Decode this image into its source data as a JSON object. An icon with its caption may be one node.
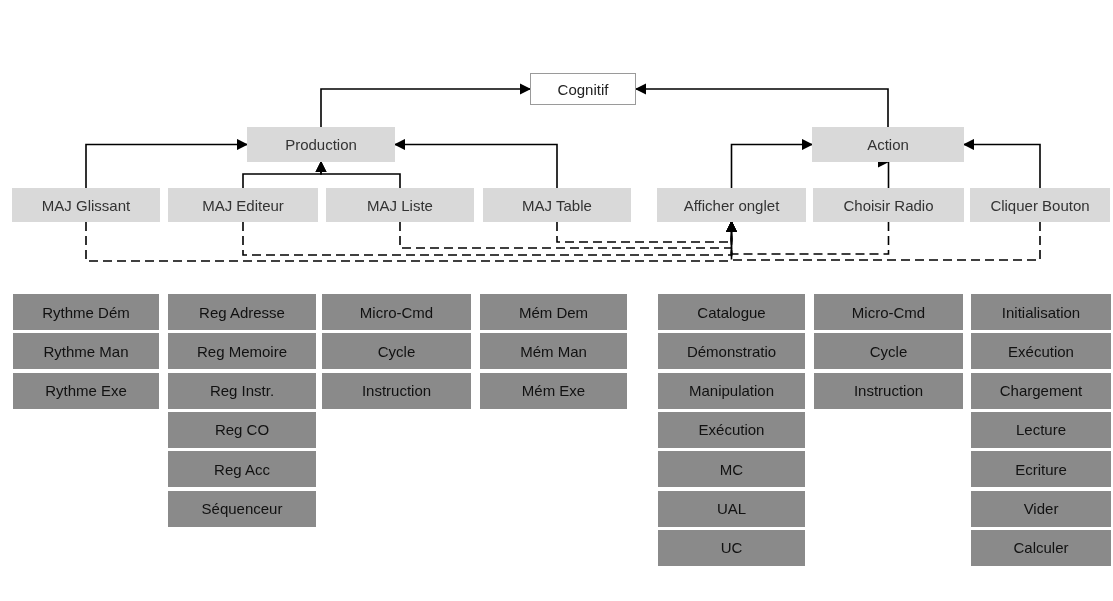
{
  "diagram": {
    "nodes": [
      {
        "text": [
          "Cognitif"
        ]
      },
      {
        "text": [
          "Production"
        ]
      },
      {
        "text": [
          "Action"
        ]
      },
      {
        "text": [
          "MAJ Glissant"
        ]
      },
      {
        "text": [
          "MAJ Editeur"
        ]
      },
      {
        "text": [
          "MAJ Liste"
        ]
      },
      {
        "text": [
          "MAJ Table"
        ]
      },
      {
        "text": [
          "Afficher onglet"
        ]
      },
      {
        "text": [
          "Choisir Radio"
        ]
      },
      {
        "text": [
          "Cliquer Bouton"
        ]
      },
      {
        "text": [
          "Rythme Dém"
        ]
      },
      {
        "text": [
          "Rythme Man"
        ]
      },
      {
        "text": [
          "Rythme Exe"
        ]
      },
      {
        "text": [
          "Reg Adresse"
        ]
      },
      {
        "text": [
          "Reg Memoire"
        ]
      },
      {
        "text": [
          "Reg Instr."
        ]
      },
      {
        "text": [
          "Reg CO"
        ]
      },
      {
        "text": [
          "Reg Acc"
        ]
      },
      {
        "text": [
          "Séquenceur"
        ]
      },
      {
        "text": [
          "Micro-Cmd"
        ]
      },
      {
        "text": [
          "Cycle"
        ]
      },
      {
        "text": [
          "Instruction"
        ]
      },
      {
        "text": [
          "Mém Dem"
        ]
      },
      {
        "text": [
          "Mém Man"
        ]
      },
      {
        "text": [
          "Mém Exe"
        ]
      },
      {
        "text": [
          "Catalogue"
        ]
      },
      {
        "text": [
          "Démonstratio"
        ]
      },
      {
        "text": [
          "Manipulation"
        ]
      },
      {
        "text": [
          "Exécution"
        ]
      },
      {
        "text": [
          "MC"
        ]
      },
      {
        "text": [
          "UAL"
        ]
      },
      {
        "text": [
          "UC"
        ]
      },
      {
        "text": [
          "Micro-Cmd"
        ]
      },
      {
        "text": [
          "Cycle"
        ]
      },
      {
        "text": [
          "Instruction"
        ]
      },
      {
        "text": [
          "Initialisation"
        ]
      },
      {
        "text": [
          "Exécution"
        ]
      },
      {
        "text": [
          "Chargement"
        ]
      },
      {
        "text": [
          "Lecture"
        ]
      },
      {
        "text": [
          "Ecriture"
        ]
      },
      {
        "text": [
          "Vider"
        ]
      },
      {
        "text": [
          "Calculer"
        ]
      }
    ],
    "edges": [
      {
        "from": 1,
        "to": 0,
        "arrow": "to"
      },
      {
        "from": 2,
        "to": 0,
        "arrow": "to"
      },
      {
        "from": 3,
        "to": 1,
        "arrow": "to"
      },
      {
        "from": 4,
        "to": 1,
        "arrow": "to"
      },
      {
        "from": 5,
        "to": 1,
        "arrow": "to"
      },
      {
        "from": 6,
        "to": 1,
        "arrow": "to"
      },
      {
        "from": 7,
        "to": 2,
        "arrow": "to"
      },
      {
        "from": 8,
        "to": 2,
        "arrow": "to"
      },
      {
        "from": 9,
        "to": 2,
        "arrow": "to"
      },
      {
        "from": 3,
        "to": 7,
        "arrow": "to",
        "style": "dashed"
      },
      {
        "from": 4,
        "to": 7,
        "arrow": "to",
        "style": "dashed"
      },
      {
        "from": 5,
        "to": 7,
        "arrow": "to",
        "style": "dashed"
      },
      {
        "from": 6,
        "to": 7,
        "arrow": "to",
        "style": "dashed"
      },
      {
        "from": 8,
        "to": 7,
        "arrow": "to",
        "style": "dashed"
      },
      {
        "from": 9,
        "to": 7,
        "arrow": "to",
        "style": "dashed"
      }
    ]
  }
}
